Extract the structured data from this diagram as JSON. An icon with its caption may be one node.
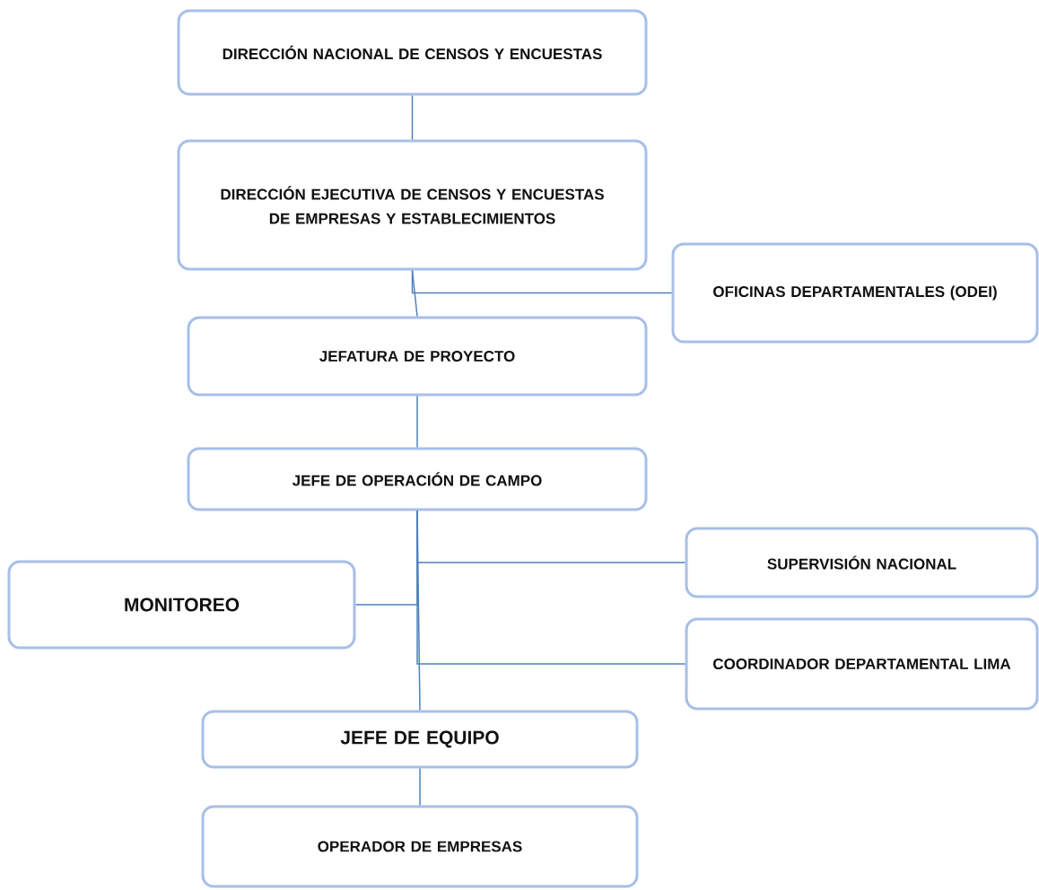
{
  "diagram": {
    "nodes": [
      {
        "text": [
          "DIRECCIÓN NACIONAL DE CENSOS Y ENCUESTAS"
        ]
      },
      {
        "text": [
          "DIRECCIÓN EJECUTIVA DE CENSOS Y ENCUESTAS DE EMPRESAS Y ESTABLECIMIENTOS"
        ]
      },
      {
        "text": [
          "OFICINAS DEPARTAMENTALES (ODEI)"
        ]
      },
      {
        "text": [
          "JEFATURA DE PROYECTO"
        ]
      },
      {
        "text": [
          "JEFE DE OPERACIÓN DE CAMPO"
        ]
      },
      {
        "text": [
          "SUPERVISIÓN NACIONAL"
        ]
      },
      {
        "text": [
          "MONITOREO"
        ]
      },
      {
        "text": [
          "COORDINADOR DEPARTAMENTAL LIMA"
        ]
      },
      {
        "text": [
          "JEFE DE EQUIPO"
        ]
      },
      {
        "text": [
          "OPERADOR DE EMPRESAS"
        ]
      }
    ],
    "edges": [
      {
        "from": 0,
        "to": 1,
        "arrow": "none"
      },
      {
        "from": 1,
        "to": 3,
        "arrow": "none"
      },
      {
        "from": 1,
        "to": 2,
        "arrow": "none"
      },
      {
        "from": 3,
        "to": 4,
        "arrow": "none"
      },
      {
        "from": 4,
        "to": 5,
        "arrow": "none"
      },
      {
        "from": 4,
        "to": 6,
        "arrow": "none"
      },
      {
        "from": 4,
        "to": 7,
        "arrow": "none"
      },
      {
        "from": 4,
        "to": 8,
        "arrow": "none"
      },
      {
        "from": 8,
        "to": 9,
        "arrow": "none"
      }
    ]
  }
}
